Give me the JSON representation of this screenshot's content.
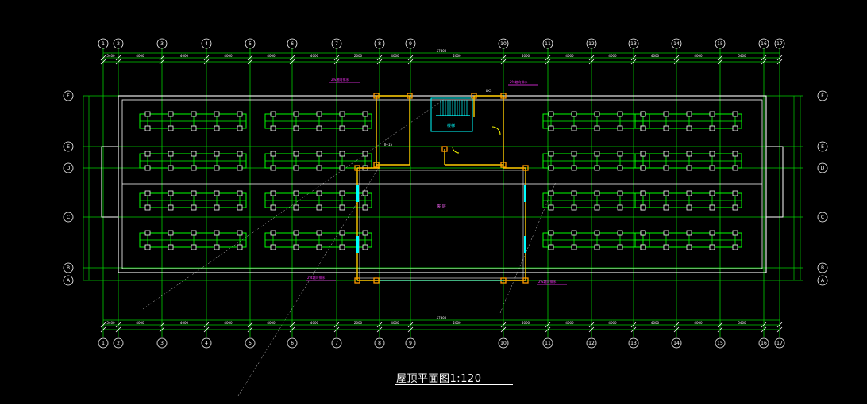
{
  "drawing": {
    "title": "屋顶平面图1:120",
    "stair_label": "楼梯",
    "center_label": "夹  层"
  },
  "axes": {
    "columns": [
      "1",
      "2",
      "3",
      "4",
      "5",
      "6",
      "7",
      "8",
      "9",
      "10",
      "11",
      "12",
      "13",
      "14",
      "15",
      "16",
      "17"
    ],
    "rows": [
      "F",
      "E",
      "D",
      "C",
      "B",
      "A"
    ]
  },
  "dimensions": {
    "overall_total": "57400",
    "bays": [
      "5400",
      "4000",
      "4000",
      "4000",
      "4000",
      "4000",
      "2000",
      "4000",
      "2000",
      "4000",
      "4000",
      "4000",
      "4000",
      "4000",
      "5400"
    ]
  },
  "annotations": {
    "pink_tags": [
      "2%坡向排水",
      "2%坡向排水",
      "2%坡向排水",
      "2%坡向排水"
    ],
    "room_codes": [
      "LK3",
      "IF-15"
    ]
  },
  "colors": {
    "background": "#000000",
    "grid_lines": "#00d000",
    "walls": "#ffffff",
    "columns": "#ff9900",
    "panels": "#00ff00",
    "stair": "#00ffff",
    "tags": "#ff33ff",
    "door": "#ffff00",
    "leader": "#c8c8c8"
  }
}
